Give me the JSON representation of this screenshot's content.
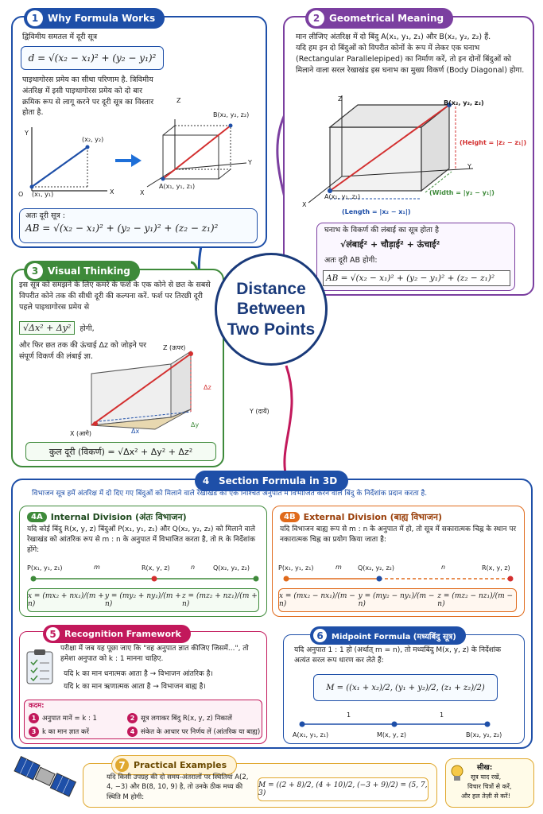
{
  "center": {
    "line1": "Distance",
    "line2": "Between",
    "line3": "Two Points"
  },
  "s1": {
    "num": "1",
    "title": "Why Formula Works",
    "intro": "द्विविमीय समतल में दूरी सूत्र",
    "formula2d": "d = √(x₂ − x₁)² + (y₂ − y₁)²",
    "para": "पाइथागोरस प्रमेय का सीधा परिणाम है. त्रिविमीय अंतरिक्ष में इसी पाइथागोरस प्रमेय को दो बार क्रमिक रूप से लागू करने पर दूरी सूत्र का विस्तार होता है.",
    "p2": "(x₂, y₂)",
    "p1": "(x₁, y₁)",
    "o": "O",
    "x": "X",
    "y": "Y",
    "z3": "Z",
    "y3": "Y",
    "x3": "X",
    "b3": "B(x₂, y₂, z₂)",
    "a3": "A(x₁, y₁, z₁)",
    "result_label": "अतः दूरी सूत्र :",
    "formula3d": "AB = √(x₂ − x₁)² + (y₂ − y₁)² + (z₂ − z₁)²"
  },
  "s2": {
    "num": "2",
    "title": "Geometrical Meaning",
    "para1": "मान लीजिए अंतरिक्ष में दो बिंदु A(x₁, y₁, z₁) और B(x₂, y₂, z₂) हैं.",
    "para2": "यदि हम इन दो बिंदुओं को विपरीत कोनों के रूप में लेकर एक घनाभ (Rectangular Parallelepiped) का निर्माण करें, तो इन दोनों बिंदुओं को मिलाने वाला सरल रेखाखंड इस घनाभ का मुख्य विकर्ण (Body Diagonal) होगा.",
    "z": "Z",
    "y": "Y",
    "x": "X",
    "b": "B(x₂, y₂, z₂)",
    "a": "A(x₁, y₁, z₁)",
    "height": "(Height = |z₂ − z₁|)",
    "width": "(Width = |y₂ − y₁|)",
    "length": "(Length = |x₂ − x₁|)",
    "box1": "घनाभ के विकर्ण की लंबाई का सूत्र होता है",
    "box2": "√लंबाई² + चौड़ाई² + ऊंचाई²",
    "box3": "अतः दूरी AB होगी:",
    "box4": "AB = √(x₂ − x₁)² + (y₂ − y₁)² + (z₂ − z₁)²"
  },
  "s3": {
    "num": "3",
    "title": "Visual Thinking",
    "para1": "इस सूत्र को समझने के लिए कमरे के फर्श के एक कोने से छत के सबसे विपरीत कोने तक की सीधी दूरी की कल्पना करें. फर्श पर तिरछी दूरी पहले पाइथागोरस प्रमेय से",
    "f1": "√Δx² + Δy²",
    "f1_suffix": "होगी,",
    "para2": "और फिर छत तक की ऊंचाई Δz को जोड़ने पर संपूर्ण विकर्ण की लंबाई ज्ञा.",
    "zlabel": "Z (ऊपर)",
    "ylabel": "Y (दायें)",
    "xlabel": "X (आगे)",
    "dz": "Δz",
    "dx": "Δx",
    "dy": "Δy",
    "total": "कुल दूरी (विकर्ण) = √Δx² + Δy² + Δz²"
  },
  "s4": {
    "num": "4",
    "title": "Section Formula in 3D",
    "intro": "विभाजन सूत्र हमें अंतरिक्ष में दो दिए गए बिंदुओं को मिलाने वाले रेखाखंड को एक निश्चित अनुपात में विभाजित करने वाले बिंदु के निर्देशांक प्रदान करता है.",
    "a_tag": "4A",
    "a_title": "Internal Division (अंतः विभाजन)",
    "a_text": "यदि कोई बिंदु R(x, y, z) बिंदुओं P(x₁, y₁, z₁) और Q(x₂, y₂, z₂) को मिलाने वाले रेखाखंड को आंतरिक रूप से m : n के अनुपात में विभाजित करता है, तो R के निर्देशांक होंगे:",
    "a_p": "P(x₁, y₁, z₁)",
    "a_m": "m",
    "a_r": "R(x, y, z)",
    "a_n": "n",
    "a_q": "Q(x₂, y₂, z₂)",
    "a_fx": "x = (mx₂ + nx₁)/(m + n)",
    "a_fy": "y = (my₂ + ny₁)/(m + n)",
    "a_fz": "z = (mz₂ + nz₁)/(m + n)",
    "b_tag": "4B",
    "b_title": "External Division (बाह्य विभाजन)",
    "b_text": "यदि विभाजन बाह्य रूप से m : n के अनुपात में हो, तो सूत्र में सकारात्मक चिह्न के स्थान पर नकारात्मक चिह्न का प्रयोग किया जाता है:",
    "b_p": "P(x₁, y₁, z₁)",
    "b_m": "m",
    "b_q": "Q(x₂, y₂, z₂)",
    "b_n": "n",
    "b_r": "R(x, y, z)",
    "b_fx": "x = (mx₂ − nx₁)/(m − n)",
    "b_fy": "y = (my₂ − ny₁)/(m − n)",
    "b_fz": "z = (mz₂ − nz₁)/(m − n)"
  },
  "s5": {
    "num": "5",
    "title": "Recognition Framework",
    "intro": "परीक्षा में जब यह पूछा जाए कि \"वह अनुपात ज्ञात कीजिए जिसमें...\", तो हमेशा अनुपात को k : 1 मानना चाहिए.",
    "b1": "यदि k का मान धनात्मक आता है → विभाजन आंतरिक है।",
    "b2": "यदि k का मान ऋणात्मक आता है → विभाजन बाह्य है।",
    "steps_title": "कदम:",
    "st1": "अनुपात मानें = k : 1",
    "st2": "सूत्र लगाकर बिंदु R(x, y, z) निकालें",
    "st3": "k का मान ज्ञात करें",
    "st4": "संकेत के आधार पर निर्णय लें (आंतरिक या बाह्य)"
  },
  "s6": {
    "num": "6",
    "title": "Midpoint Formula (मध्यबिंदु सूत्र)",
    "intro": "यदि अनुपात 1 : 1 हो (अर्थात् m = n), तो मध्यबिंदु M(x, y, z) के निर्देशांक अत्यंत सरल रूप धारण कर लेते हैं:",
    "formula": "M = ((x₁ + x₂)/2, (y₁ + y₂)/2, (z₁ + z₂)/2)",
    "one1": "1",
    "one2": "1",
    "pa": "A(x₁, y₁, z₁)",
    "pm": "M(x, y, z)",
    "pb": "B(x₂, y₂, z₂)"
  },
  "s7": {
    "num": "7",
    "title": "Practical Examples",
    "text": "यदि किसी उपग्रह की दो समय-अंतरालों पर स्थितियां A(2, 4, −3) और B(8, 10, 9) है, तो उनके ठीक मध्य की स्थिति M होगी:",
    "formula": "M = ((2 + 8)/2, (4 + 10)/2, (−3 + 9)/2) = (5, 7, 3)"
  },
  "tip": {
    "title": "सीख:",
    "line1": "सूत्र याद रखें,",
    "line2": "विचार चित्रों से करें,",
    "line3": "और हल तेज़ी से करें!"
  },
  "colors": {
    "blue": "#1e4fa8",
    "purple": "#7b3fa0",
    "green": "#3e8a3a",
    "orange": "#e06a1b",
    "pink": "#c2185b",
    "gold": "#e0a82e",
    "red": "#d32f2f"
  }
}
